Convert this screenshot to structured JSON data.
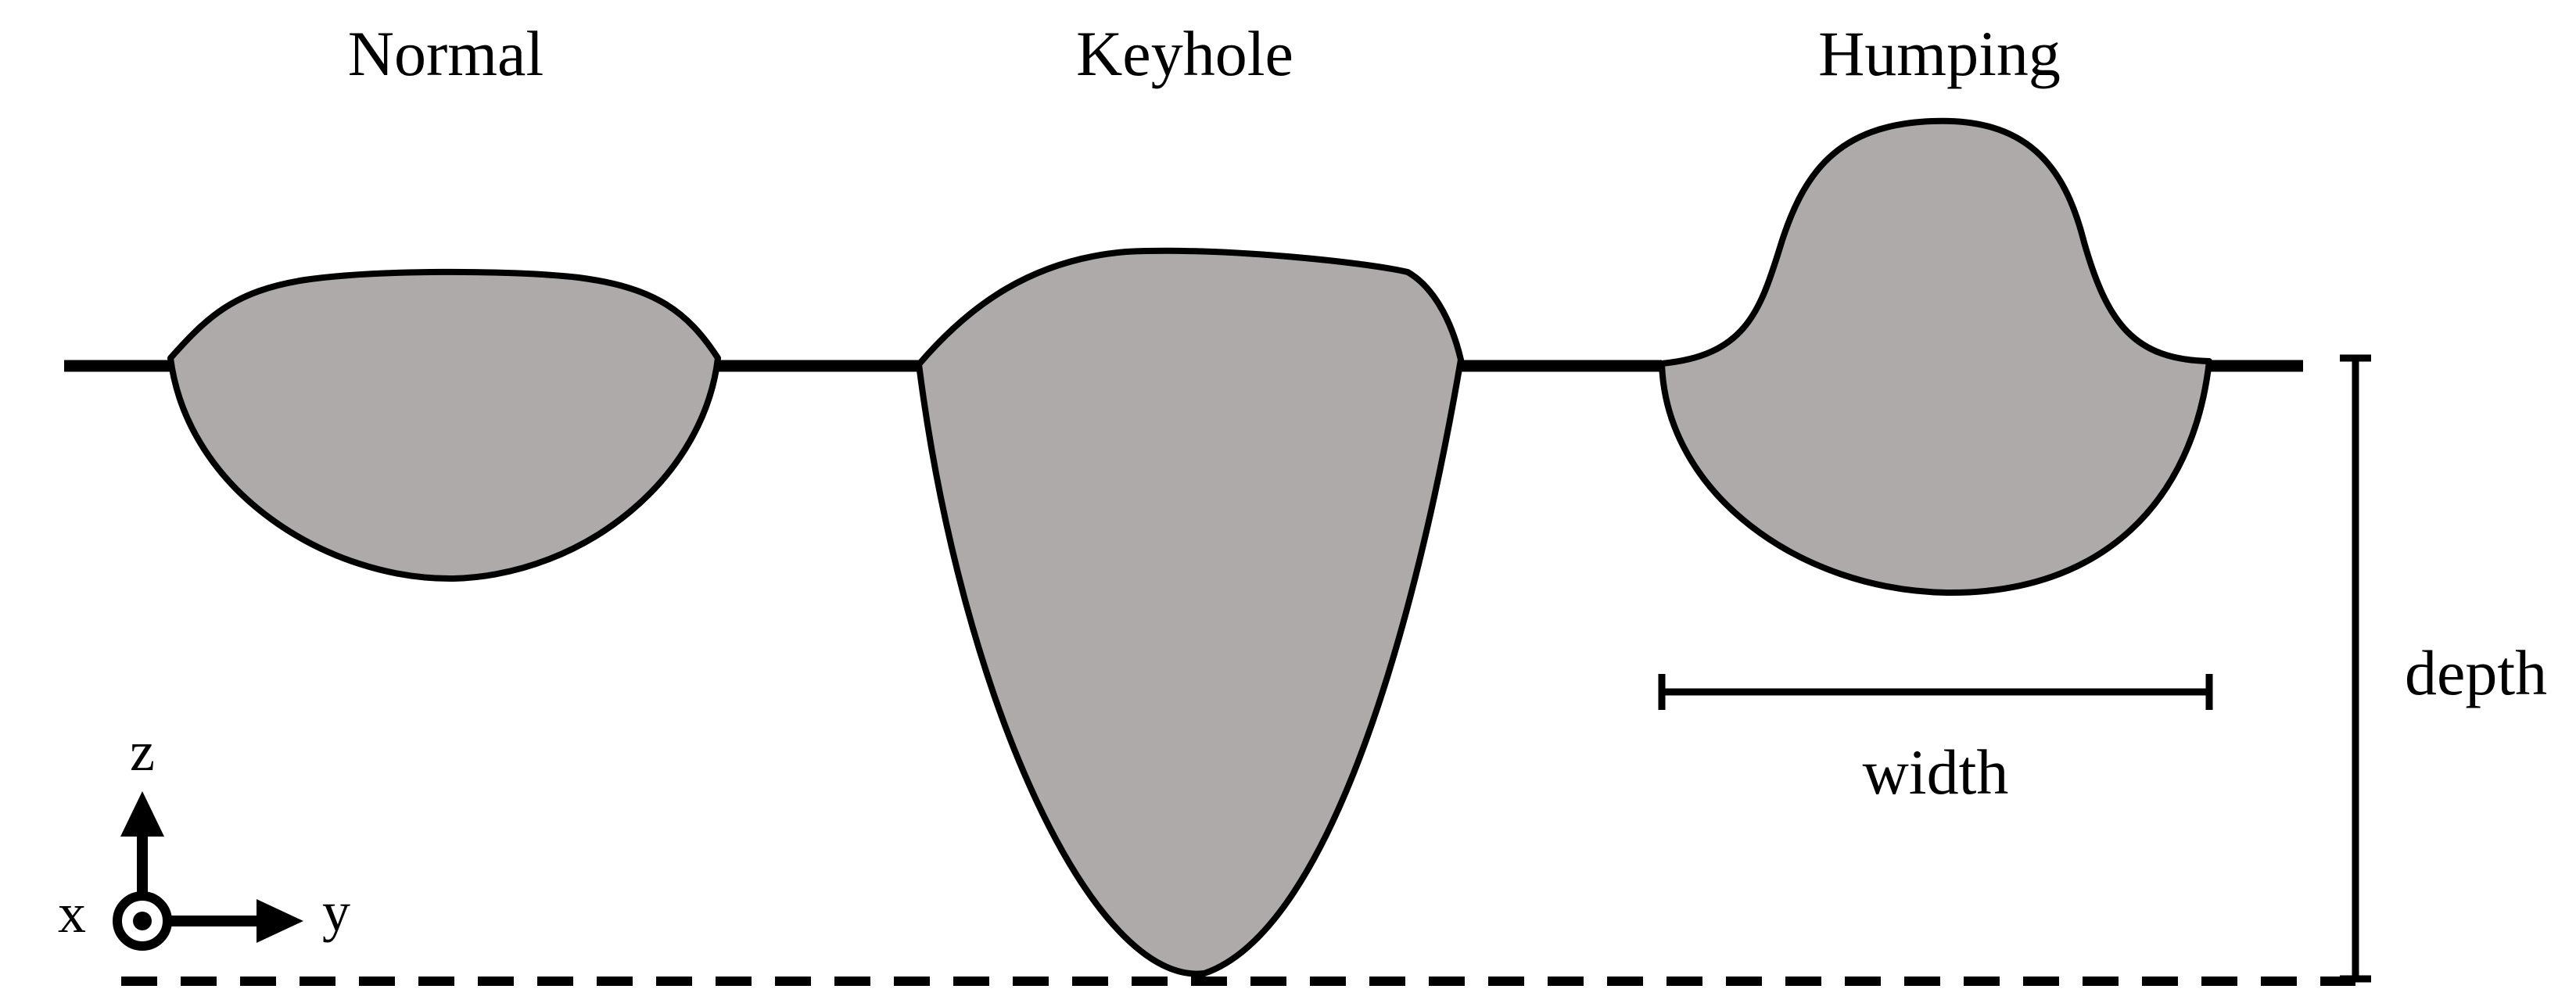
{
  "labels": {
    "normal": "Normal",
    "keyhole": "Keyhole",
    "humping": "Humping",
    "width": "width",
    "depth": "depth"
  },
  "axes": {
    "z": "z",
    "y": "y",
    "x": "x"
  },
  "colors": {
    "pool_fill": "#adaaa9",
    "stroke": "#000000"
  }
}
